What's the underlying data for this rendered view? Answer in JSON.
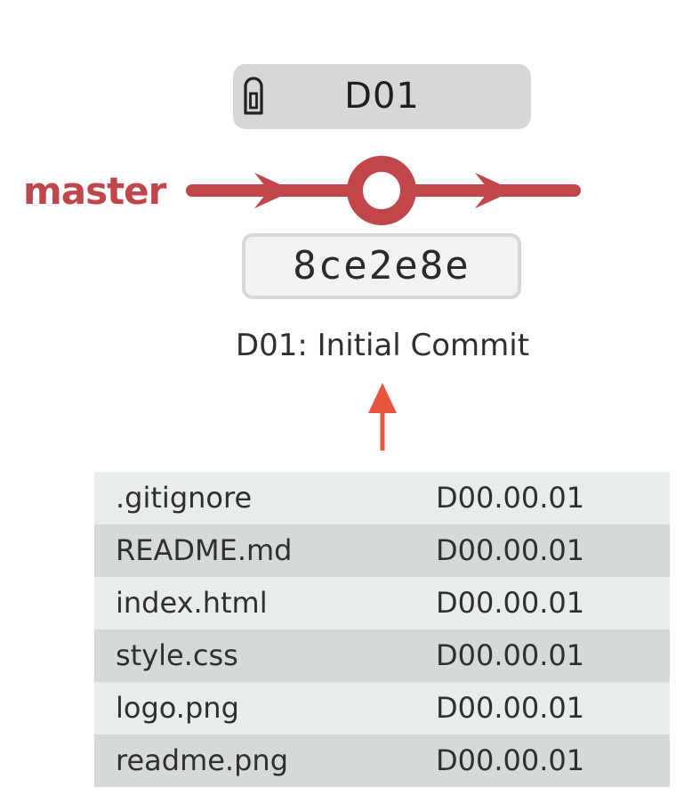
{
  "tag": {
    "label": "D01",
    "icon": "tag-icon"
  },
  "branch": {
    "label": "master",
    "color": "#c0464b"
  },
  "commit": {
    "hash": "8ce2e8e",
    "message": "D01: Initial Commit"
  },
  "arrow_color": "#e8553f",
  "files": [
    {
      "name": ".gitignore",
      "version": "D00.00.01"
    },
    {
      "name": "README.md",
      "version": "D00.00.01"
    },
    {
      "name": "index.html",
      "version": "D00.00.01"
    },
    {
      "name": "style.css",
      "version": "D00.00.01"
    },
    {
      "name": "logo.png",
      "version": "D00.00.01"
    },
    {
      "name": "readme.png",
      "version": "D00.00.01"
    }
  ]
}
